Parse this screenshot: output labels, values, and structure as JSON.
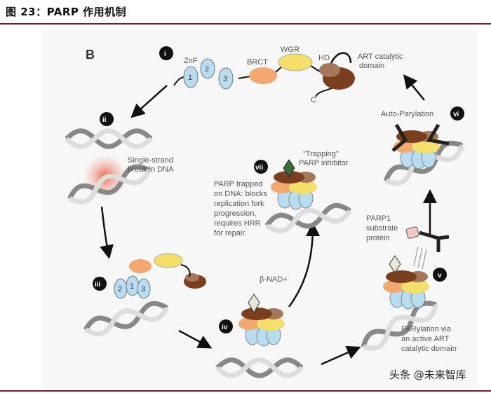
{
  "figure_title": "图 23：PARP 作用机制",
  "panel_label": "B",
  "steps": [
    "i",
    "ii",
    "iii",
    "iv",
    "v",
    "vi",
    "vii"
  ],
  "domains": {
    "znf": "ZnF",
    "z1": "1",
    "z2": "2",
    "z3": "3",
    "brct": "BRCT",
    "wgr": "WGR",
    "hd": "HD",
    "art1": "ART catalytic",
    "art2": "domain",
    "c": "C"
  },
  "labels": {
    "break": [
      "Single-strand",
      "break in DNA"
    ],
    "nad": "β-NAD+",
    "trapping": [
      "\"Trapping\"",
      "PARP inhibitor"
    ],
    "trapped": [
      "PARP trapped",
      "on DNA: blocks",
      "replication fork",
      "progression,",
      "requires HRR",
      "for repair."
    ],
    "substrate": [
      "PARP1",
      "substrate",
      "protein"
    ],
    "parylation": [
      "PARylation via",
      "an active ART",
      "catalytic domain"
    ],
    "auto": "Auto-Parylation"
  },
  "watermark": "头条 @未来智库",
  "colors": {
    "rule": "#8b1a1a",
    "znf": "#b9dcef",
    "brct": "#f2a86e",
    "wgr": "#f3df6a",
    "hd": "#a6785a",
    "art": "#7a3f1e",
    "inhibitor": "#3b6b3b",
    "nad": "#e4e8d6"
  }
}
